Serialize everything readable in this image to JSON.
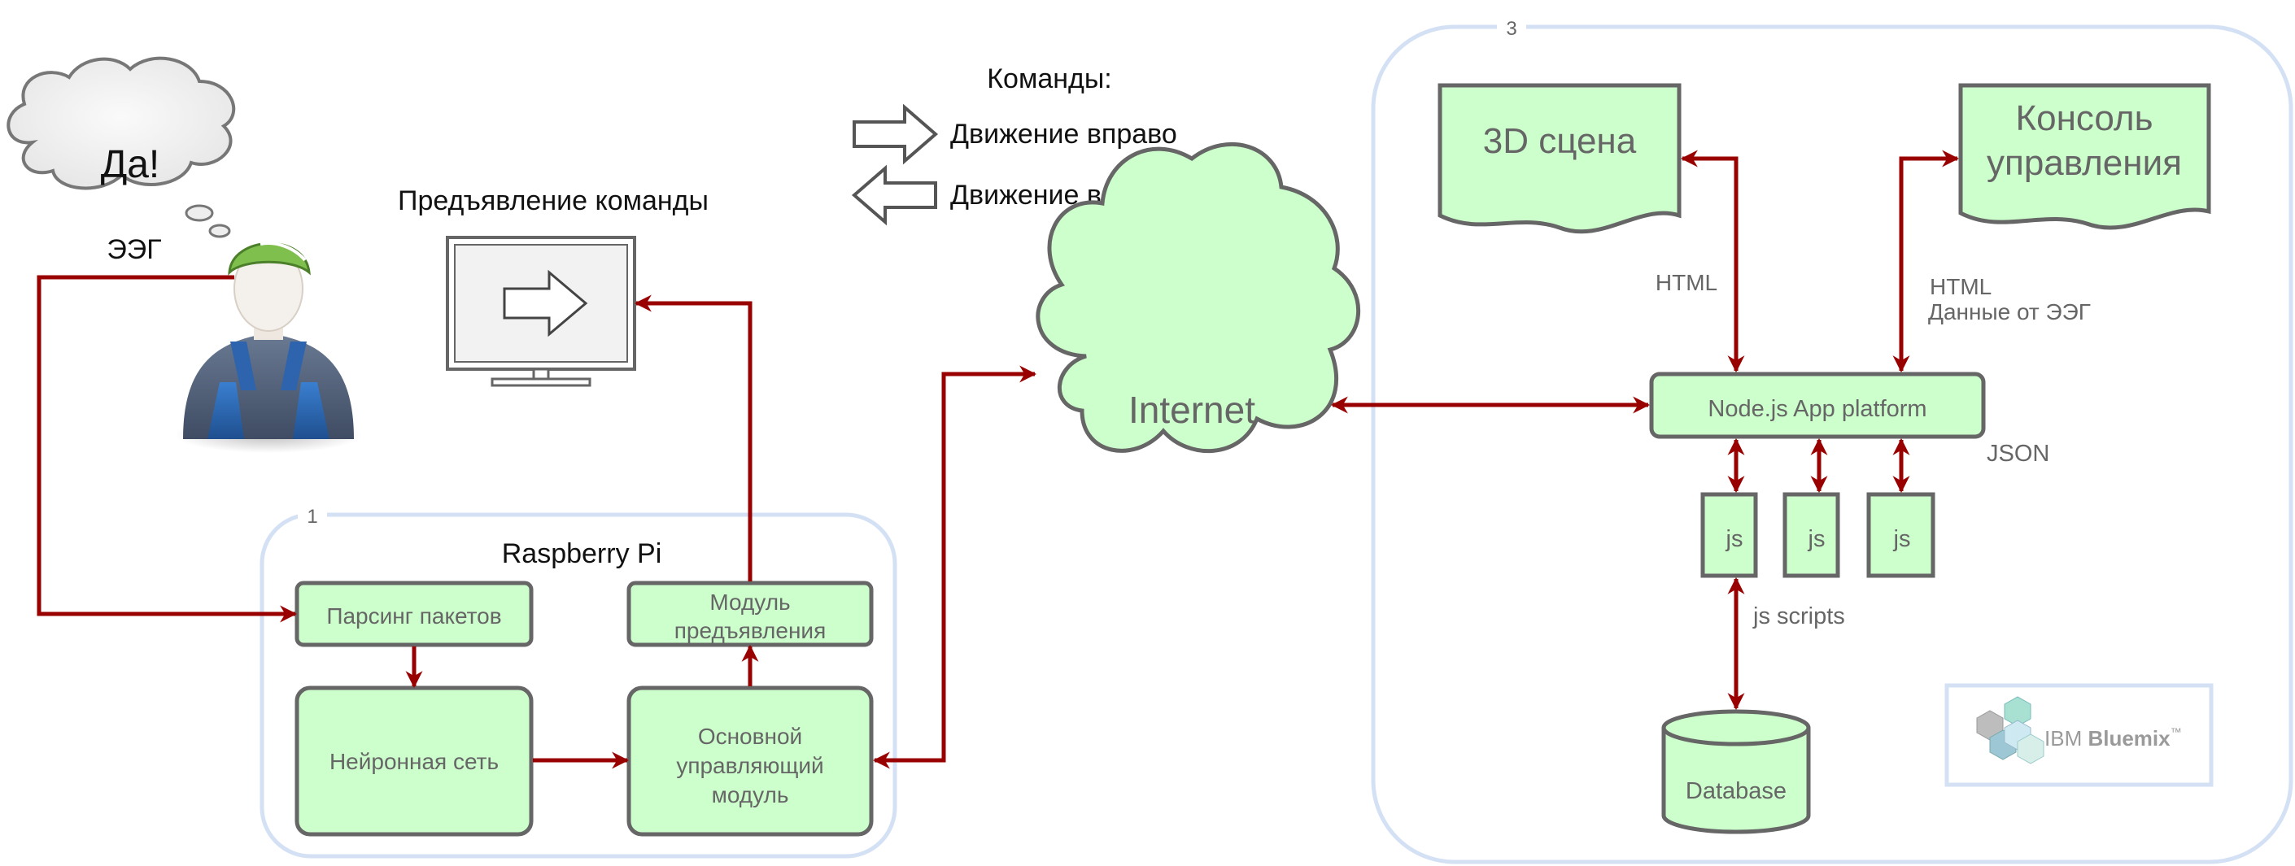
{
  "bubble": {
    "text": "Да!"
  },
  "eeg_label": "ЭЭГ",
  "presentation_title": "Предъявление команды",
  "commands": {
    "title": "Команды:",
    "right": "Движение вправо",
    "left": "Движение влево"
  },
  "raspberry": {
    "group_number": "1",
    "title": "Raspberry Pi",
    "parse": "Парсинг пакетов",
    "presentation_module": [
      "Модуль",
      "предъявления"
    ],
    "neural": "Нейронная сеть",
    "main_module": [
      "Основной",
      "управляющий",
      "модуль"
    ]
  },
  "internet": "Internet",
  "cloud": {
    "group_number": "3",
    "scene": "3D сцена",
    "console": [
      "Консоль",
      "управления"
    ],
    "html_left": "HTML",
    "html_right": [
      "HTML",
      "Данные от ЭЭГ"
    ],
    "platform": "Node.js App platform",
    "json": "JSON",
    "js": [
      "js",
      "js",
      "js"
    ],
    "js_scripts": "js scripts",
    "database": "Database",
    "brand": [
      "IBM ",
      "Bluemix",
      "™"
    ]
  },
  "colors": {
    "box_fill": "#ccffcc",
    "box_stroke": "#666666",
    "arrow": "#990000",
    "group_stroke": "#d4e1f5"
  }
}
